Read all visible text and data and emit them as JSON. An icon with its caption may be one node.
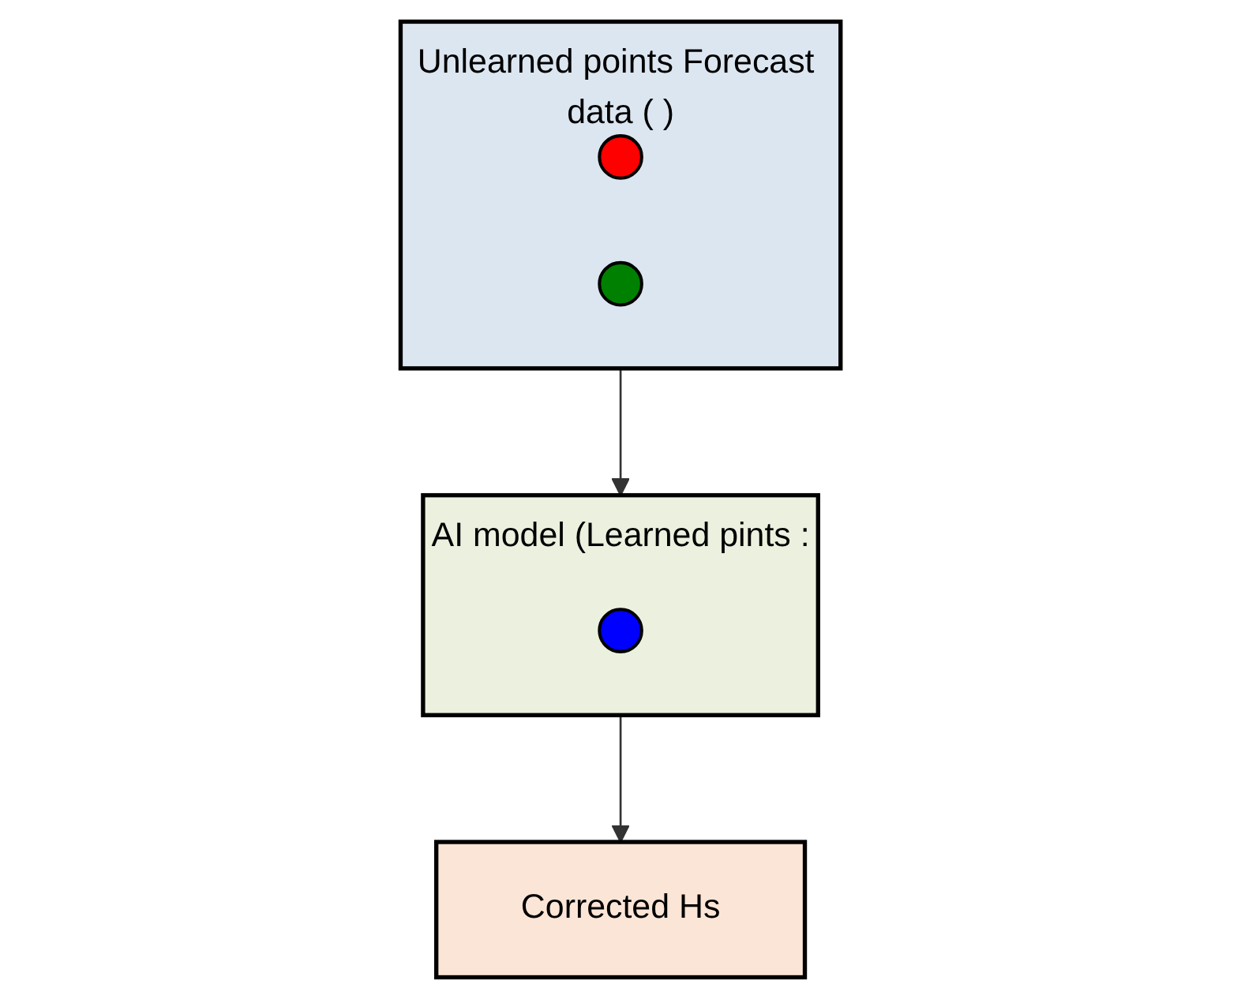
{
  "diagram": {
    "nodes": [
      {
        "text": [
          "Unlearned points Forecast data ( )"
        ]
      },
      {
        "text": [],
        "shape": "circle",
        "in": 0
      },
      {
        "text": [],
        "shape": "circle",
        "in": 0
      },
      {
        "text": [
          "AI model (Learned pints :"
        ]
      },
      {
        "text": [],
        "shape": "circle",
        "in": 3
      },
      {
        "text": [
          "Corrected Hs"
        ]
      }
    ],
    "edges": [
      {
        "from": 0,
        "to": 3,
        "arrow": "to"
      },
      {
        "from": 3,
        "to": 5,
        "arrow": "to"
      }
    ]
  }
}
